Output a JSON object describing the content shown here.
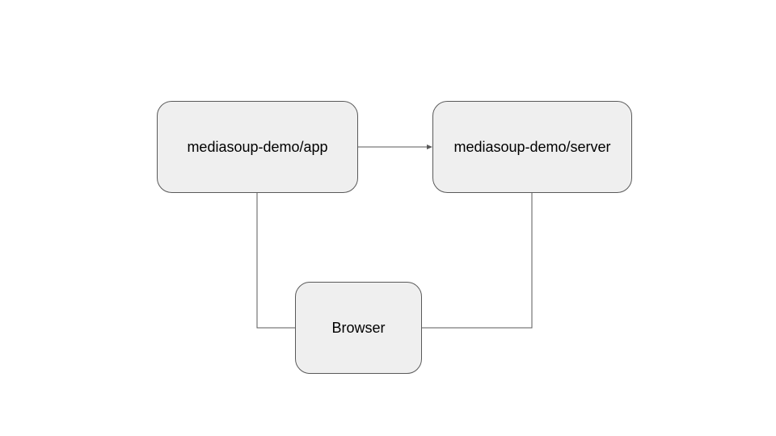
{
  "diagram": {
    "nodes": {
      "app": {
        "label": "mediasoup-demo/app"
      },
      "server": {
        "label": "mediasoup-demo/server"
      },
      "browser": {
        "label": "Browser"
      }
    },
    "edges": [
      {
        "from": "mediasoup-demo/app",
        "to": "mediasoup-demo/server",
        "arrow": true
      },
      {
        "from": "mediasoup-demo/app",
        "to": "Browser",
        "arrow": false
      },
      {
        "from": "mediasoup-demo/server",
        "to": "Browser",
        "arrow": false
      }
    ],
    "colors": {
      "node_fill": "#efefef",
      "node_stroke": "#595959",
      "connector": "#595959",
      "text": "#000000",
      "background": "#ffffff"
    }
  }
}
